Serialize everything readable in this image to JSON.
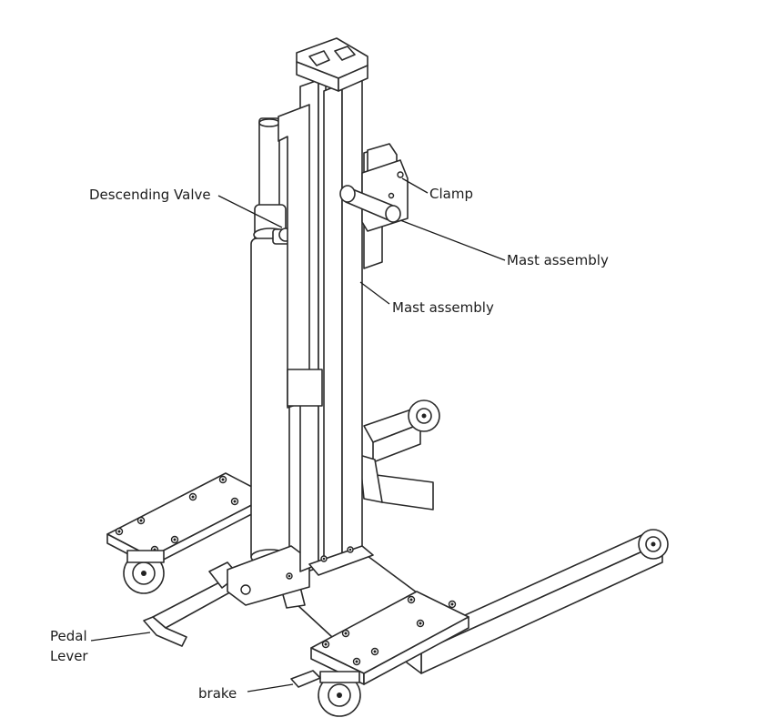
{
  "labels": {
    "descending_valve": "Descending Valve",
    "clamp": "Clamp",
    "mast_assembly_upper": "Mast assembly",
    "mast_assembly_lower": "Mast assembly",
    "pedal_line1": "Pedal",
    "pedal_line2": "Lever",
    "brake": "brake"
  }
}
